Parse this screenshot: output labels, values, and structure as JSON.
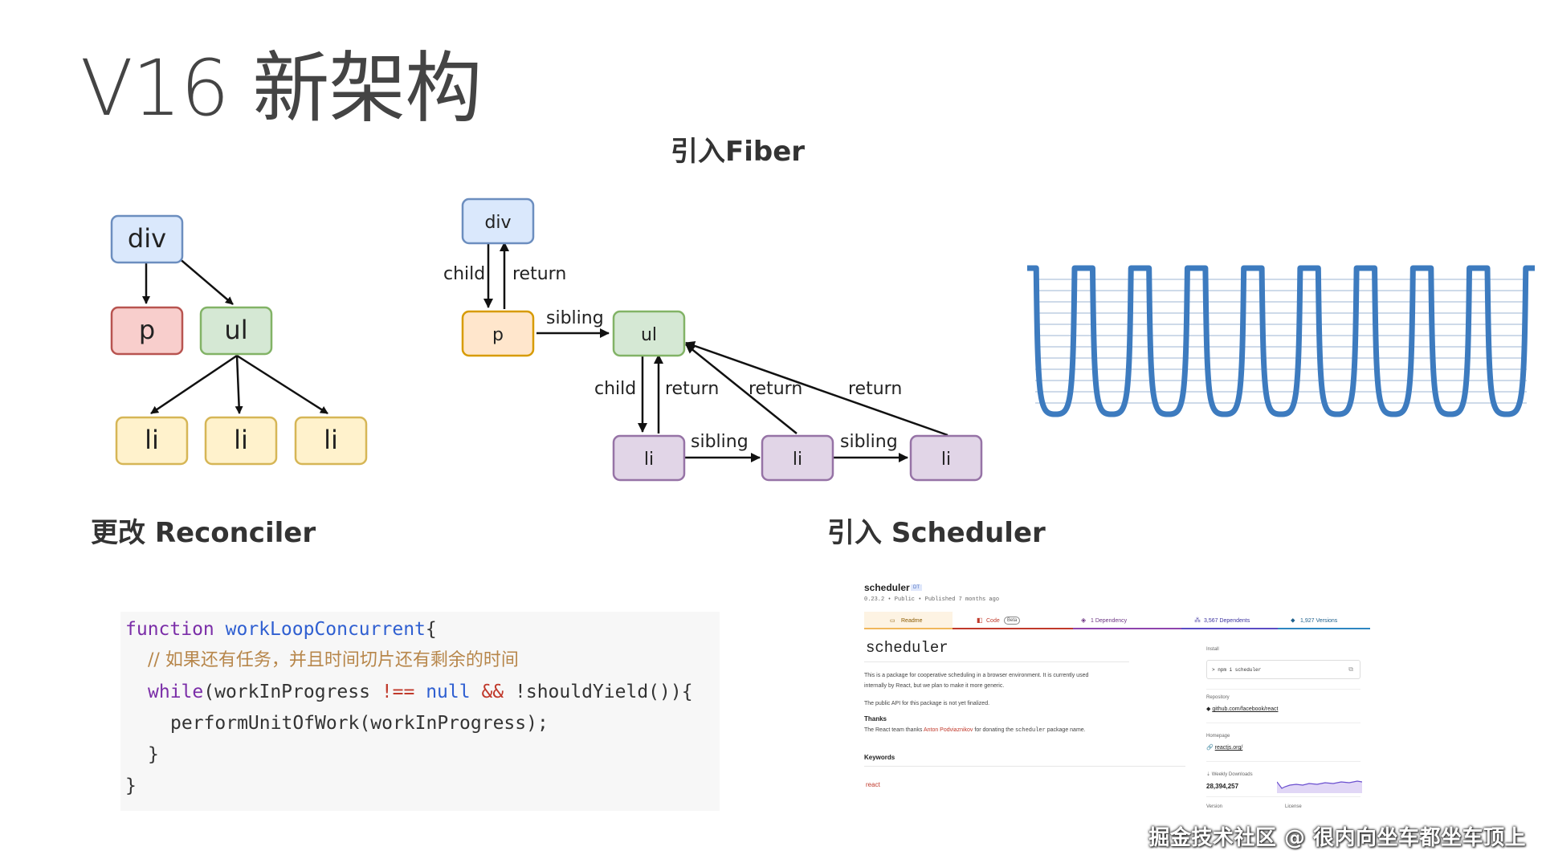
{
  "title": "V16 新架构",
  "sections": {
    "fiber": "引入Fiber",
    "reconciler": "更改 Reconciler",
    "scheduler": "引入 Scheduler"
  },
  "tree_diagram": {
    "nodes": {
      "root": "div",
      "p": "p",
      "ul": "ul",
      "li1": "li",
      "li2": "li",
      "li3": "li"
    }
  },
  "fiber_diagram": {
    "nodes": {
      "root": "div",
      "p": "p",
      "ul": "ul",
      "li1": "li",
      "li2": "li",
      "li3": "li"
    },
    "edge_labels": {
      "child1": "child",
      "return1": "return",
      "sibling1": "sibling",
      "child2": "child",
      "return2": "return",
      "return3": "return",
      "return4": "return",
      "sibling2": "sibling",
      "sibling3": "sibling"
    }
  },
  "code": {
    "l1_kw": "function",
    "l1_fn": "workLoopConcurrent",
    "l1_rest": "{",
    "l2_comment": "// 如果还有任务，并且时间切片还有剩余的时间",
    "l3_kw": "while",
    "l3_a": "(workInProgress ",
    "l3_op1": "!==",
    "l3_null": " null ",
    "l3_op2": "&&",
    "l3_b": " !shouldYield()){",
    "l4": "performUnitOfWork(workInProgress);",
    "l5": "}",
    "l6": "}"
  },
  "npm": {
    "package_name": "scheduler",
    "ts_badge": "DT",
    "meta": "0.23.2 • Public • Published 7 months ago",
    "tabs": {
      "readme": "Readme",
      "code": "Code",
      "code_badge": "Beta",
      "dependency": "1 Dependency",
      "dependents": "3,567 Dependents",
      "versions": "1,927 Versions"
    },
    "readme_title": "scheduler",
    "desc1": "This is a package for cooperative scheduling in a browser environment. It is currently used",
    "desc2": "internally by React, but we plan to make it more generic.",
    "desc3": "The public API for this package is not yet finalized.",
    "thanks_heading": "Thanks",
    "thanks_pre": "The React team thanks",
    "thanks_link": "Anton Podviaznikov",
    "thanks_mid": "for donating the",
    "thanks_code": "scheduler",
    "thanks_post": "package name.",
    "keywords_heading": "Keywords",
    "keyword": "react",
    "install_label": "Install",
    "install_cmd": "> npm i scheduler",
    "repo_label": "Repository",
    "repo_link": "github.com/facebook/react",
    "homepage_label": "Homepage",
    "homepage_link": "reactjs.org/",
    "downloads_label": "Weekly Downloads",
    "downloads_value": "28,394,257",
    "cut_label1": "Version",
    "cut_label2": "License"
  },
  "watermark": "掘金技术社区 @ 很内向坐车都坐车顶上",
  "colors": {
    "div_fill": "#dae8fc",
    "div_stroke": "#6c8ebf",
    "p_fill": "#f8cecc",
    "p_stroke": "#b85450",
    "ul_fill": "#d5e8d4",
    "ul_stroke": "#82b366",
    "li_fill": "#fff2cc",
    "li_stroke": "#d6b656",
    "fiber_p_stroke": "#d79b00",
    "fiber_li_fill": "#e1d5e7",
    "fiber_li_stroke": "#9673a6",
    "wave": "#3d7bbf"
  }
}
